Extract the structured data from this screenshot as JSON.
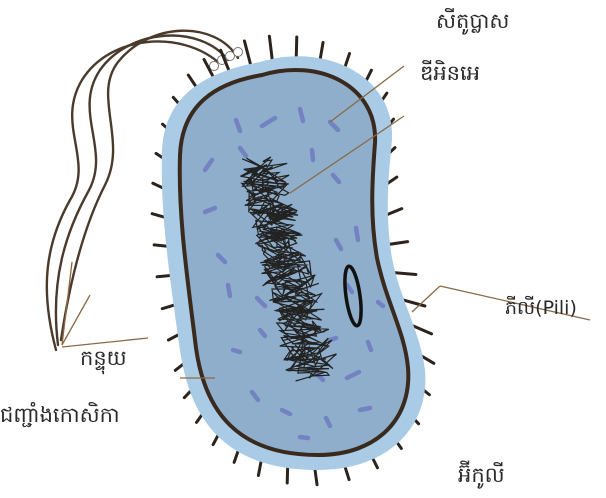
{
  "labels": {
    "cytoplasm": "សីតូប្លាស",
    "dna": "ឌីអិនអេ",
    "pili": "ភីលី(Pili)",
    "flagellum": "កន្ទុយ",
    "cell_wall": "ជញ្ជាំងកោសិកា",
    "ecoli": "អ៊ីកូលី"
  },
  "colors": {
    "capsule": "#a9cbe6",
    "cytoplasm": "#8eaecb",
    "membrane": "#3a2a1e",
    "dna": "#222222",
    "ribosome": "#6f7bbf",
    "leader": "#8a6a45"
  }
}
